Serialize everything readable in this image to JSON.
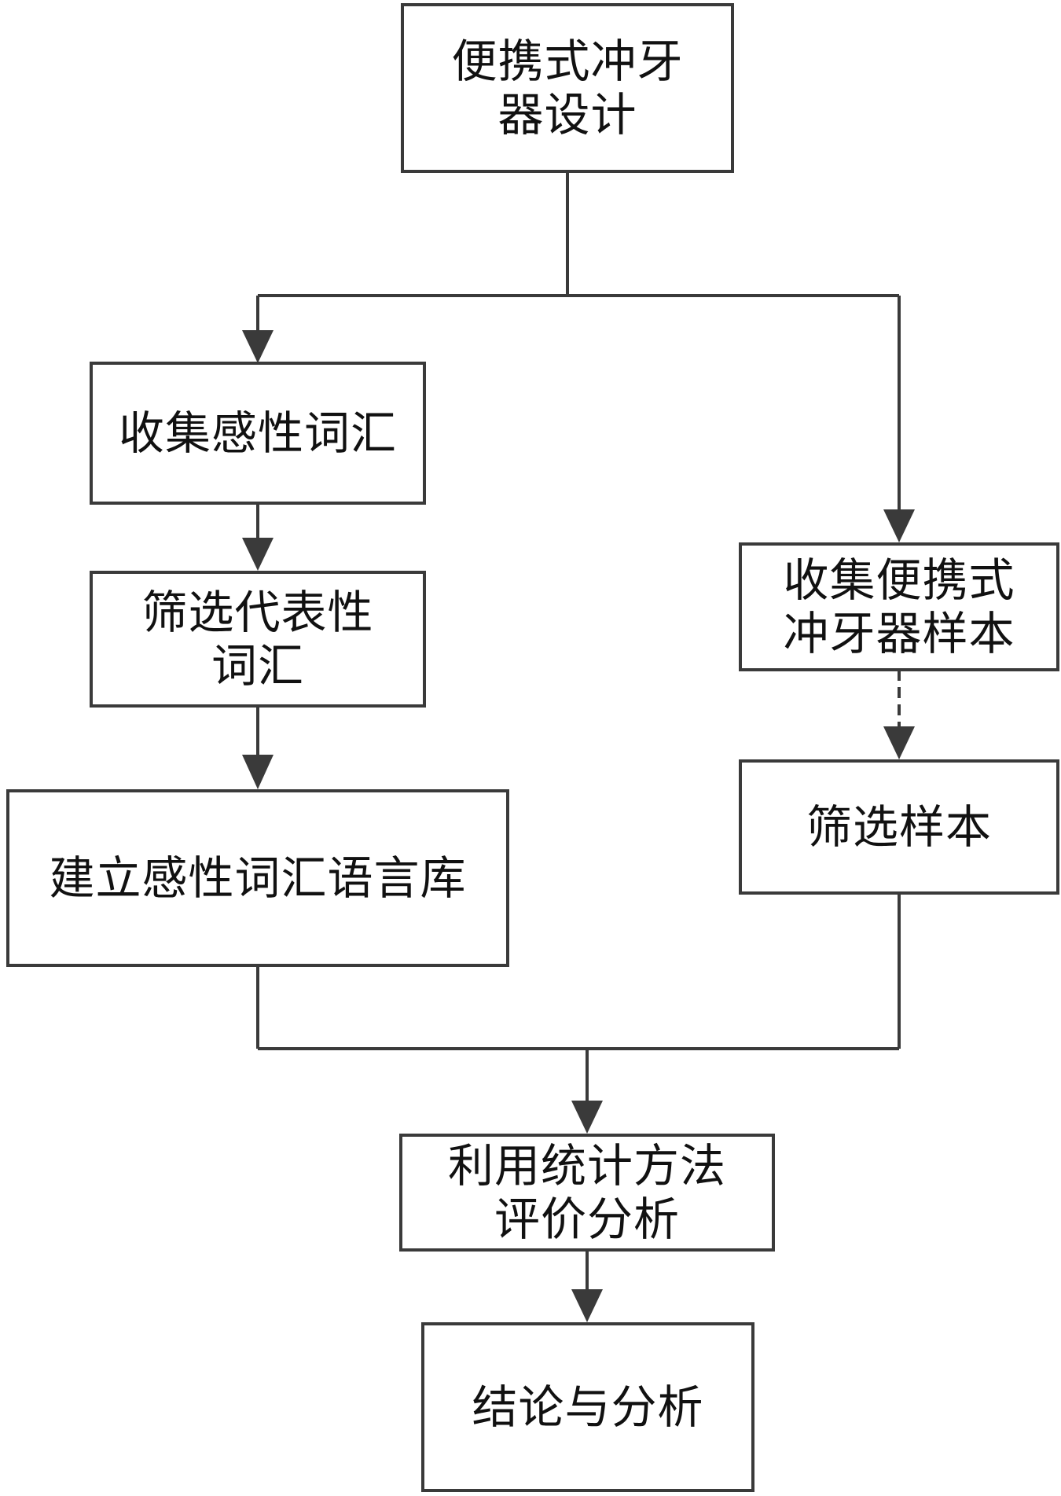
{
  "nodes": {
    "design": {
      "line1": "便携式冲牙",
      "line2": "器设计"
    },
    "collect_words": {
      "line1": "收集感性词汇"
    },
    "select_words": {
      "line1": "筛选代表性",
      "line2": "词汇"
    },
    "build_corpus": {
      "line1": "建立感性词汇语言库"
    },
    "collect_samples": {
      "line1": "收集便携式",
      "line2": "冲牙器样本"
    },
    "select_samples": {
      "line1": "筛选样本"
    },
    "statistical_analysis": {
      "line1": "利用统计方法",
      "line2": "评价分析"
    },
    "conclusion": {
      "line1": "结论与分析"
    }
  },
  "colors": {
    "stroke": "#3a3a3a",
    "text": "#111111",
    "background": "#ffffff"
  }
}
